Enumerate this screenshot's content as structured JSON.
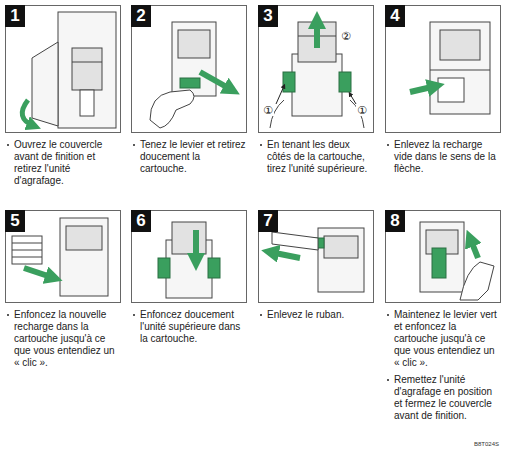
{
  "diagram": {
    "nodes": [
      {
        "text": [
          "Ouvrez le couvercle avant de finition et retirez l'unité d'agrafage."
        ]
      },
      {
        "text": [
          "1"
        ],
        "in": 0
      },
      {
        "text": [
          "Tenez le levier et retirez doucement la cartouche."
        ]
      },
      {
        "text": [
          "2"
        ],
        "in": 2
      },
      {
        "text": [
          "En tenant les deux côtés de la cartouche, tirez l'unité supérieure."
        ]
      },
      {
        "text": [
          "3"
        ],
        "in": 4
      },
      {
        "text": [
          "Enlevez la recharge vide dans le sens de la flèche."
        ]
      },
      {
        "text": [
          "4"
        ],
        "in": 6
      },
      {
        "text": [
          "Enfoncez la nouvelle recharge dans la cartouche jusqu'à ce que vous entendiez un « clic »."
        ]
      },
      {
        "text": [
          "5"
        ],
        "in": 8
      },
      {
        "text": [
          "Enfoncez doucement l'unité supérieure dans la cartouche."
        ]
      },
      {
        "text": [
          "6"
        ],
        "in": 10
      },
      {
        "text": [
          "Enlevez le ruban."
        ]
      },
      {
        "text": [
          "7"
        ],
        "in": 12
      },
      {
        "text": [
          "Maintenez le levier vert et enfoncez la cartouche jusqu'à ce que vous entendiez un « clic ».",
          "Remettez l'unité d'agrafage en position et fermez le couvercle avant de finition."
        ]
      },
      {
        "text": [
          "8"
        ],
        "in": 14
      }
    ],
    "labels": [
      "②",
      "①",
      "①",
      "B8T024S"
    ]
  }
}
